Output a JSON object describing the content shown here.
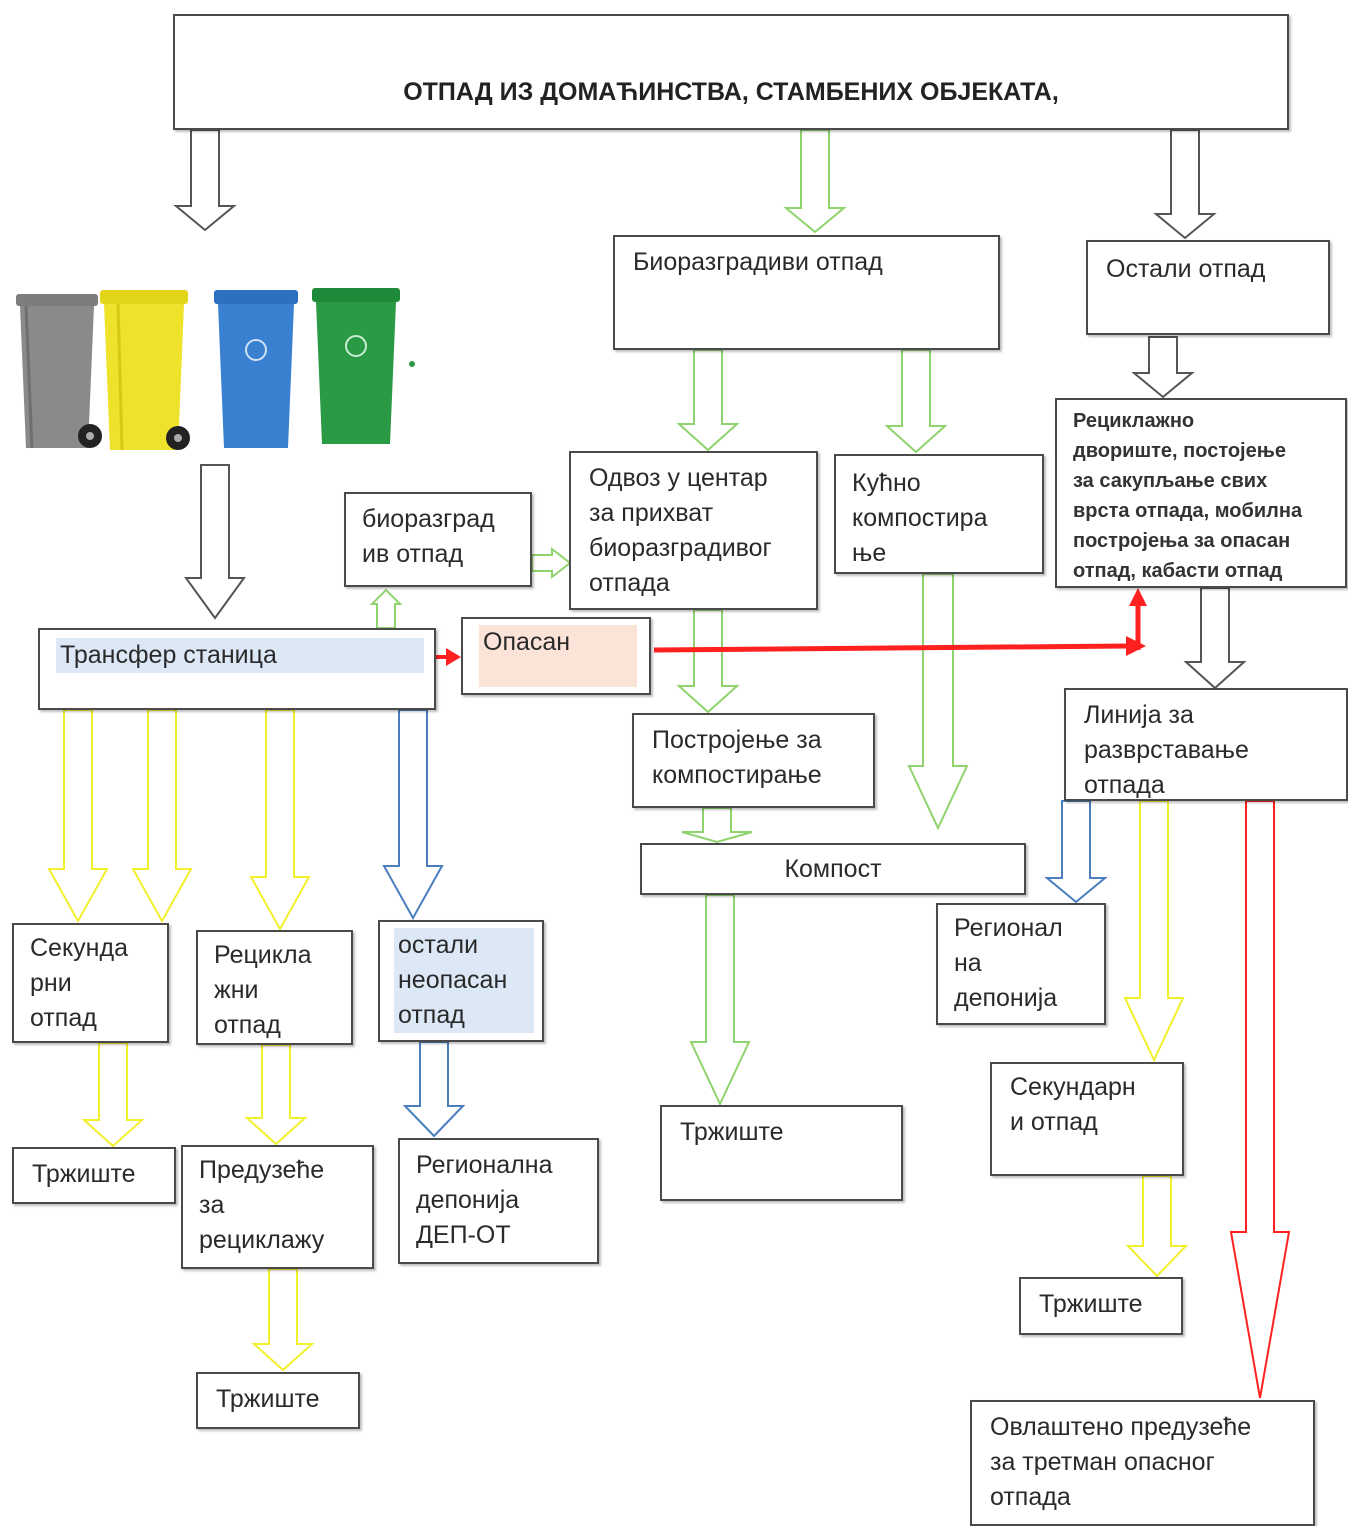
{
  "colors": {
    "black_arrow": "#555555",
    "green_arrow": "#8ed36b",
    "yellow_arrow": "#f2ef2c",
    "blue_arrow": "#4a7ebf",
    "red_arrow": "#ff2020",
    "box_highlight_blue": "#dce8f6",
    "box_highlight_pink": "#fbe3d8"
  },
  "icons": [
    "bin-gray-icon",
    "bin-yellow-icon",
    "bin-blue-icon",
    "bin-green-icon"
  ],
  "nodes": {
    "top": "ОТПАД ИЗ ДОМАЋИНСТВА, СТАМБЕНИХ ОБЈЕКАТА,",
    "bio": "Биоразградиви отпад",
    "other": "Остали отпад",
    "recycling_yard": "Рециклажно\nдвориште, постојење\nза сакупљање свих\nврста отпада, мобилна\nпостројења за опасан\nотпад, кабасти отпад",
    "transport_center": "Одвоз у центар\nза прихват\nбиоразградивог\nотпада",
    "home_compost": "Кућно\nкомпостира\nње",
    "bio_small": "биоразград\nив отпад",
    "transfer": "Трансфер станица",
    "hazardous": "Опасан",
    "compost_plant": "Постројење за\nкомпостирање",
    "sorting_line": "Линија за\nразврставање\nотпада",
    "compost": "Компост",
    "regional_landfill_right": "Регионал\nна\nдепонија",
    "secondary_left": "Секунда\nрни\nотпад",
    "recyclable": "Рецикла\nжни\nотпад",
    "other_nonhaz": "остали\nнеопасан\nотпад",
    "market_1": "Тржиште",
    "recycling_company": "Предузеће\nза\nрециклажу",
    "regional_landfill_dep": "Регионална\nдепонија\nДЕП-ОТ",
    "market_2": "Тржиште",
    "secondary_right": "Секундарн\nи отпад",
    "market_3": "Тржиште",
    "market_4": "Тржиште",
    "authorized": "Овлаштено предузеће\nза третман опасног\nотпада"
  }
}
